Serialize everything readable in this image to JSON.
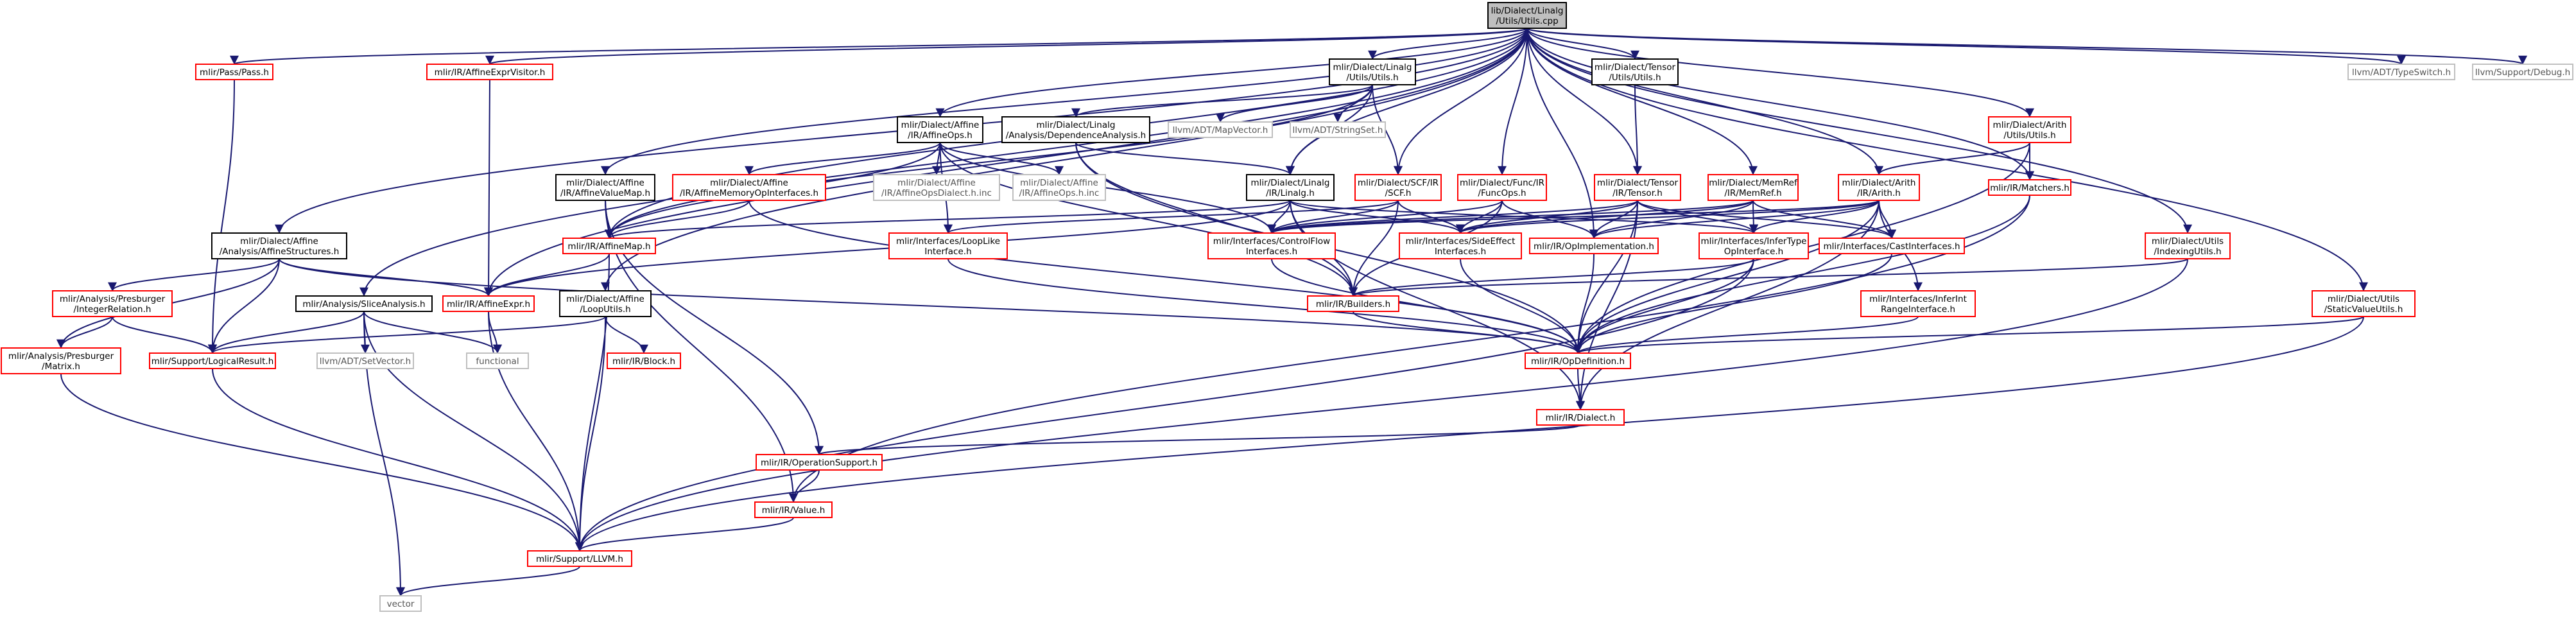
{
  "colors": {
    "edge": "#191970",
    "focus_fill": "#bfbfbf",
    "focus_border": "#000000",
    "documented_border": "#000000",
    "undocumented_border": "#ff0000",
    "external_border": "#bfbfbf",
    "node_fill": "#ffffff"
  },
  "nodes": [
    {
      "id": "utils_cpp",
      "lines": [
        "lib/Dialect/Linalg",
        "/Utils/Utils.cpp"
      ],
      "kind": "focus"
    },
    {
      "id": "pass",
      "lines": [
        "mlir/Pass/Pass.h"
      ],
      "kind": "red"
    },
    {
      "id": "affine_expr_visitor",
      "lines": [
        "mlir/IR/AffineExprVisitor.h"
      ],
      "kind": "red"
    },
    {
      "id": "linalg_utils",
      "lines": [
        "mlir/Dialect/Linalg",
        "/Utils/Utils.h"
      ],
      "kind": "black"
    },
    {
      "id": "tensor_utils",
      "lines": [
        "mlir/Dialect/Tensor",
        "/Utils/Utils.h"
      ],
      "kind": "black"
    },
    {
      "id": "typeswitch",
      "lines": [
        "llvm/ADT/TypeSwitch.h"
      ],
      "kind": "gray"
    },
    {
      "id": "debug",
      "lines": [
        "llvm/Support/Debug.h"
      ],
      "kind": "gray"
    },
    {
      "id": "arith_utils",
      "lines": [
        "mlir/Dialect/Arith",
        "/Utils/Utils.h"
      ],
      "kind": "red"
    },
    {
      "id": "affine_ops",
      "lines": [
        "mlir/Dialect/Affine",
        "/IR/AffineOps.h"
      ],
      "kind": "black"
    },
    {
      "id": "dependence_analysis",
      "lines": [
        "mlir/Dialect/Linalg",
        "/Analysis/DependenceAnalysis.h"
      ],
      "kind": "black"
    },
    {
      "id": "mapvector",
      "lines": [
        "llvm/ADT/MapVector.h"
      ],
      "kind": "gray"
    },
    {
      "id": "stringset",
      "lines": [
        "llvm/ADT/StringSet.h"
      ],
      "kind": "gray"
    },
    {
      "id": "affine_value_map",
      "lines": [
        "mlir/Dialect/Affine",
        "/IR/AffineValueMap.h"
      ],
      "kind": "black"
    },
    {
      "id": "affine_mem_op_ifaces",
      "lines": [
        "mlir/Dialect/Affine",
        "/IR/AffineMemoryOpInterfaces.h"
      ],
      "kind": "red"
    },
    {
      "id": "affine_ops_dialect_inc",
      "lines": [
        "mlir/Dialect/Affine",
        "/IR/AffineOpsDialect.h.inc"
      ],
      "kind": "gray"
    },
    {
      "id": "affine_ops_inc",
      "lines": [
        "mlir/Dialect/Affine",
        "/IR/AffineOps.h.inc"
      ],
      "kind": "gray"
    },
    {
      "id": "linalg_h",
      "lines": [
        "mlir/Dialect/Linalg",
        "/IR/Linalg.h"
      ],
      "kind": "black"
    },
    {
      "id": "scf_h",
      "lines": [
        "mlir/Dialect/SCF/IR",
        "/SCF.h"
      ],
      "kind": "red"
    },
    {
      "id": "func_ops",
      "lines": [
        "mlir/Dialect/Func/IR",
        "/FuncOps.h"
      ],
      "kind": "red"
    },
    {
      "id": "tensor_h",
      "lines": [
        "mlir/Dialect/Tensor",
        "/IR/Tensor.h"
      ],
      "kind": "red"
    },
    {
      "id": "memref_h",
      "lines": [
        "mlir/Dialect/MemRef",
        "/IR/MemRef.h"
      ],
      "kind": "red"
    },
    {
      "id": "arith_h",
      "lines": [
        "mlir/Dialect/Arith",
        "/IR/Arith.h"
      ],
      "kind": "red"
    },
    {
      "id": "matchers",
      "lines": [
        "mlir/IR/Matchers.h"
      ],
      "kind": "red"
    },
    {
      "id": "affine_structures",
      "lines": [
        "mlir/Dialect/Affine",
        "/Analysis/AffineStructures.h"
      ],
      "kind": "black"
    },
    {
      "id": "affine_map",
      "lines": [
        "mlir/IR/AffineMap.h"
      ],
      "kind": "red"
    },
    {
      "id": "loop_like",
      "lines": [
        "mlir/Interfaces/LoopLike",
        "Interface.h"
      ],
      "kind": "red"
    },
    {
      "id": "control_flow",
      "lines": [
        "mlir/Interfaces/ControlFlow",
        "Interfaces.h"
      ],
      "kind": "red"
    },
    {
      "id": "side_effect",
      "lines": [
        "mlir/Interfaces/SideEffect",
        "Interfaces.h"
      ],
      "kind": "red"
    },
    {
      "id": "op_implementation",
      "lines": [
        "mlir/IR/OpImplementation.h"
      ],
      "kind": "red"
    },
    {
      "id": "infer_type",
      "lines": [
        "mlir/Interfaces/InferType",
        "OpInterface.h"
      ],
      "kind": "red"
    },
    {
      "id": "cast_interfaces",
      "lines": [
        "mlir/Interfaces/CastInterfaces.h"
      ],
      "kind": "red"
    },
    {
      "id": "indexing_utils",
      "lines": [
        "mlir/Dialect/Utils",
        "/IndexingUtils.h"
      ],
      "kind": "red"
    },
    {
      "id": "integer_relation",
      "lines": [
        "mlir/Analysis/Presburger",
        "/IntegerRelation.h"
      ],
      "kind": "red"
    },
    {
      "id": "slice_analysis",
      "lines": [
        "mlir/Analysis/SliceAnalysis.h"
      ],
      "kind": "black"
    },
    {
      "id": "affine_expr",
      "lines": [
        "mlir/IR/AffineExpr.h"
      ],
      "kind": "red"
    },
    {
      "id": "loop_utils",
      "lines": [
        "mlir/Dialect/Affine",
        "/LoopUtils.h"
      ],
      "kind": "black"
    },
    {
      "id": "builders",
      "lines": [
        "mlir/IR/Builders.h"
      ],
      "kind": "red"
    },
    {
      "id": "infer_int_range",
      "lines": [
        "mlir/Interfaces/InferInt",
        "RangeInterface.h"
      ],
      "kind": "red"
    },
    {
      "id": "static_value_utils",
      "lines": [
        "mlir/Dialect/Utils",
        "/StaticValueUtils.h"
      ],
      "kind": "red"
    },
    {
      "id": "matrix",
      "lines": [
        "mlir/Analysis/Presburger",
        "/Matrix.h"
      ],
      "kind": "red"
    },
    {
      "id": "logical_result",
      "lines": [
        "mlir/Support/LogicalResult.h"
      ],
      "kind": "red"
    },
    {
      "id": "setvector",
      "lines": [
        "llvm/ADT/SetVector.h"
      ],
      "kind": "gray"
    },
    {
      "id": "functional",
      "lines": [
        "functional"
      ],
      "kind": "gray"
    },
    {
      "id": "block",
      "lines": [
        "mlir/IR/Block.h"
      ],
      "kind": "red"
    },
    {
      "id": "op_definition",
      "lines": [
        "mlir/IR/OpDefinition.h"
      ],
      "kind": "red"
    },
    {
      "id": "dialect",
      "lines": [
        "mlir/IR/Dialect.h"
      ],
      "kind": "red"
    },
    {
      "id": "operation_support",
      "lines": [
        "mlir/IR/OperationSupport.h"
      ],
      "kind": "red"
    },
    {
      "id": "value",
      "lines": [
        "mlir/IR/Value.h"
      ],
      "kind": "red"
    },
    {
      "id": "llvm_h",
      "lines": [
        "mlir/Support/LLVM.h"
      ],
      "kind": "red"
    },
    {
      "id": "vector",
      "lines": [
        "vector"
      ],
      "kind": "gray"
    }
  ],
  "edges": [
    [
      "utils_cpp",
      "pass"
    ],
    [
      "utils_cpp",
      "affine_expr_visitor"
    ],
    [
      "utils_cpp",
      "linalg_utils"
    ],
    [
      "utils_cpp",
      "tensor_utils"
    ],
    [
      "utils_cpp",
      "typeswitch"
    ],
    [
      "utils_cpp",
      "debug"
    ],
    [
      "utils_cpp",
      "arith_utils"
    ],
    [
      "utils_cpp",
      "affine_ops"
    ],
    [
      "utils_cpp",
      "affine_value_map"
    ],
    [
      "utils_cpp",
      "linalg_h"
    ],
    [
      "utils_cpp",
      "scf_h"
    ],
    [
      "utils_cpp",
      "func_ops"
    ],
    [
      "utils_cpp",
      "tensor_h"
    ],
    [
      "utils_cpp",
      "memref_h"
    ],
    [
      "utils_cpp",
      "arith_h"
    ],
    [
      "utils_cpp",
      "matchers"
    ],
    [
      "utils_cpp",
      "affine_structures"
    ],
    [
      "utils_cpp",
      "slice_analysis"
    ],
    [
      "utils_cpp",
      "loop_utils"
    ],
    [
      "utils_cpp",
      "indexing_utils"
    ],
    [
      "utils_cpp",
      "static_value_utils"
    ],
    [
      "utils_cpp",
      "op_implementation"
    ],
    [
      "utils_cpp",
      "affine_expr"
    ],
    [
      "utils_cpp",
      "affine_map"
    ],
    [
      "pass",
      "logical_result"
    ],
    [
      "affine_expr_visitor",
      "affine_expr"
    ],
    [
      "linalg_utils",
      "dependence_analysis"
    ],
    [
      "linalg_utils",
      "mapvector"
    ],
    [
      "linalg_utils",
      "stringset"
    ],
    [
      "linalg_utils",
      "linalg_h"
    ],
    [
      "linalg_utils",
      "scf_h"
    ],
    [
      "linalg_utils",
      "affine_map"
    ],
    [
      "tensor_utils",
      "tensor_h"
    ],
    [
      "arith_utils",
      "arith_h"
    ],
    [
      "arith_utils",
      "matchers"
    ],
    [
      "arith_utils",
      "op_definition"
    ],
    [
      "affine_ops",
      "affine_mem_op_ifaces"
    ],
    [
      "affine_ops",
      "affine_ops_dialect_inc"
    ],
    [
      "affine_ops",
      "affine_ops_inc"
    ],
    [
      "affine_ops",
      "loop_like"
    ],
    [
      "affine_ops",
      "control_flow"
    ],
    [
      "affine_ops",
      "builders"
    ],
    [
      "affine_ops",
      "affine_map"
    ],
    [
      "dependence_analysis",
      "linalg_h"
    ],
    [
      "dependence_analysis",
      "builders"
    ],
    [
      "dependence_analysis",
      "op_definition"
    ],
    [
      "affine_value_map",
      "affine_map"
    ],
    [
      "affine_value_map",
      "operation_support"
    ],
    [
      "affine_value_map",
      "value"
    ],
    [
      "affine_mem_op_ifaces",
      "affine_map"
    ],
    [
      "affine_mem_op_ifaces",
      "op_definition"
    ],
    [
      "linalg_h",
      "affine_map"
    ],
    [
      "linalg_h",
      "control_flow"
    ],
    [
      "linalg_h",
      "side_effect"
    ],
    [
      "linalg_h",
      "infer_type"
    ],
    [
      "linalg_h",
      "builders"
    ],
    [
      "linalg_h",
      "dialect"
    ],
    [
      "linalg_h",
      "affine_expr"
    ],
    [
      "scf_h",
      "loop_like"
    ],
    [
      "scf_h",
      "control_flow"
    ],
    [
      "scf_h",
      "side_effect"
    ],
    [
      "scf_h",
      "builders"
    ],
    [
      "func_ops",
      "control_flow"
    ],
    [
      "func_ops",
      "side_effect"
    ],
    [
      "func_ops",
      "op_implementation"
    ],
    [
      "func_ops",
      "builders"
    ],
    [
      "tensor_h",
      "control_flow"
    ],
    [
      "tensor_h",
      "side_effect"
    ],
    [
      "tensor_h",
      "op_implementation"
    ],
    [
      "tensor_h",
      "infer_type"
    ],
    [
      "tensor_h",
      "cast_interfaces"
    ],
    [
      "tensor_h",
      "op_definition"
    ],
    [
      "tensor_h",
      "dialect"
    ],
    [
      "memref_h",
      "control_flow"
    ],
    [
      "memref_h",
      "side_effect"
    ],
    [
      "memref_h",
      "infer_type"
    ],
    [
      "memref_h",
      "cast_interfaces"
    ],
    [
      "memref_h",
      "op_implementation"
    ],
    [
      "arith_h",
      "side_effect"
    ],
    [
      "arith_h",
      "infer_type"
    ],
    [
      "arith_h",
      "cast_interfaces"
    ],
    [
      "arith_h",
      "infer_int_range"
    ],
    [
      "arith_h",
      "op_implementation"
    ],
    [
      "arith_h",
      "op_definition"
    ],
    [
      "arith_h",
      "dialect"
    ],
    [
      "arith_h",
      "control_flow"
    ],
    [
      "matchers",
      "op_definition"
    ],
    [
      "affine_structures",
      "integer_relation"
    ],
    [
      "affine_structures",
      "matrix"
    ],
    [
      "affine_structures",
      "logical_result"
    ],
    [
      "affine_structures",
      "affine_expr"
    ],
    [
      "affine_structures",
      "op_definition"
    ],
    [
      "affine_map",
      "affine_expr"
    ],
    [
      "affine_map",
      "llvm_h"
    ],
    [
      "loop_like",
      "op_definition"
    ],
    [
      "control_flow",
      "op_definition"
    ],
    [
      "side_effect",
      "op_definition"
    ],
    [
      "op_implementation",
      "op_definition"
    ],
    [
      "infer_type",
      "builders"
    ],
    [
      "infer_type",
      "op_definition"
    ],
    [
      "infer_type",
      "llvm_h"
    ],
    [
      "cast_interfaces",
      "op_definition"
    ],
    [
      "indexing_utils",
      "builders"
    ],
    [
      "indexing_utils",
      "llvm_h"
    ],
    [
      "integer_relation",
      "matrix"
    ],
    [
      "integer_relation",
      "logical_result"
    ],
    [
      "slice_analysis",
      "setvector"
    ],
    [
      "slice_analysis",
      "functional"
    ],
    [
      "slice_analysis",
      "llvm_h"
    ],
    [
      "slice_analysis",
      "vector"
    ],
    [
      "slice_analysis",
      "logical_result"
    ],
    [
      "affine_expr",
      "functional"
    ],
    [
      "affine_expr",
      "llvm_h"
    ],
    [
      "loop_utils",
      "block"
    ],
    [
      "loop_utils",
      "llvm_h"
    ],
    [
      "loop_utils",
      "logical_result"
    ],
    [
      "builders",
      "op_definition"
    ],
    [
      "infer_int_range",
      "op_definition"
    ],
    [
      "static_value_utils",
      "op_definition"
    ],
    [
      "static_value_utils",
      "llvm_h"
    ],
    [
      "matrix",
      "llvm_h"
    ],
    [
      "logical_result",
      "llvm_h"
    ],
    [
      "op_definition",
      "dialect"
    ],
    [
      "dialect",
      "operation_support"
    ],
    [
      "operation_support",
      "value"
    ],
    [
      "value",
      "llvm_h"
    ],
    [
      "llvm_h",
      "vector"
    ],
    [
      "matchers",
      "value"
    ]
  ]
}
